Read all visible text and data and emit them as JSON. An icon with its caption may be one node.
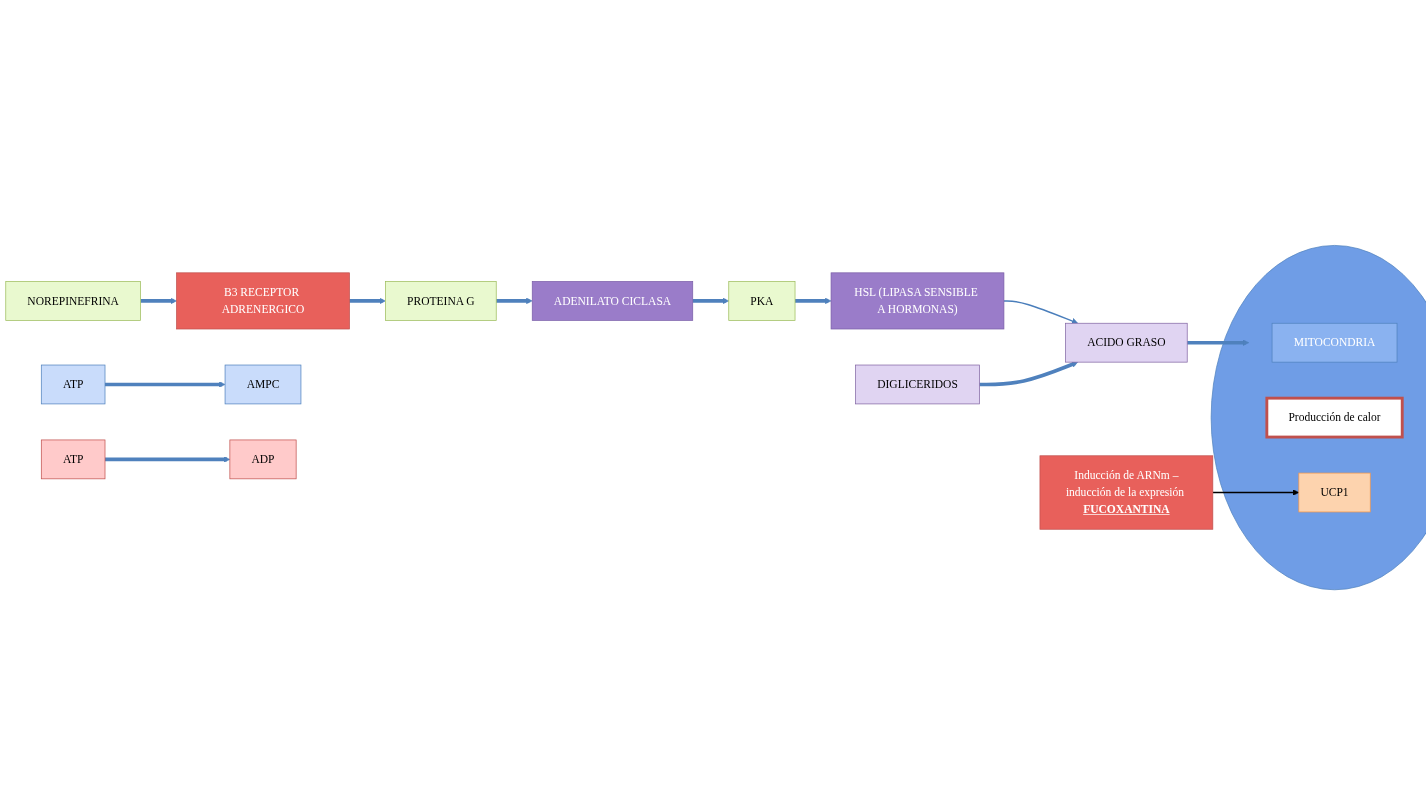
{
  "diagram": {
    "nodes": [
      {
        "text": [
          "NOREPINEFRINA"
        ]
      },
      {
        "text": [
          "B3 RECEPTOR ADRENERGICO"
        ]
      },
      {
        "text": [
          "PROTEINA G"
        ]
      },
      {
        "text": [
          "ADENILATO CICLASA"
        ]
      },
      {
        "text": [
          "ATP"
        ]
      },
      {
        "text": [
          "AMPC"
        ]
      },
      {
        "text": [
          "PKA"
        ]
      },
      {
        "text": [
          "ATP"
        ]
      },
      {
        "text": [
          "ADP"
        ]
      },
      {
        "text": [],
        "shape": "ellipse"
      },
      {
        "text": [
          "MITOCONDRIA"
        ],
        "in": 9
      },
      {
        "text": [
          "Inducción de ARNm –inducción de la expresión **FUCOXANTINA**"
        ]
      },
      {
        "text": [
          "HSL (LIPASA SENSIBLE A HORMONAS)"
        ]
      },
      {
        "text": [
          "Producción de calor"
        ],
        "in": 9
      },
      {
        "text": [
          "UCP1"
        ],
        "in": 9
      },
      {
        "text": [
          "ACIDO GRASO"
        ]
      },
      {
        "text": [
          "DIGLICERIDOS"
        ]
      }
    ],
    "edges": [
      {
        "from": 0,
        "to": 1,
        "arrow": "to"
      },
      {
        "from": 1,
        "to": 2,
        "arrow": "to"
      },
      {
        "from": 2,
        "to": 3,
        "arrow": "to"
      },
      {
        "from": 3,
        "to": 6,
        "arrow": "to"
      },
      {
        "from": 4,
        "to": 5,
        "arrow": "to"
      },
      {
        "from": 6,
        "to": 12,
        "arrow": "to"
      },
      {
        "from": 7,
        "to": 8,
        "arrow": "to"
      },
      {
        "from": 12,
        "to": 15,
        "arrow": "to",
        "color": "#4a7ebb"
      },
      {
        "from": 16,
        "to": 15,
        "arrow": "to"
      },
      {
        "from": 15,
        "to": 9,
        "arrow": "to"
      },
      {
        "from": 11,
        "to": 14,
        "arrow": "to",
        "color": "#000000"
      }
    ]
  }
}
